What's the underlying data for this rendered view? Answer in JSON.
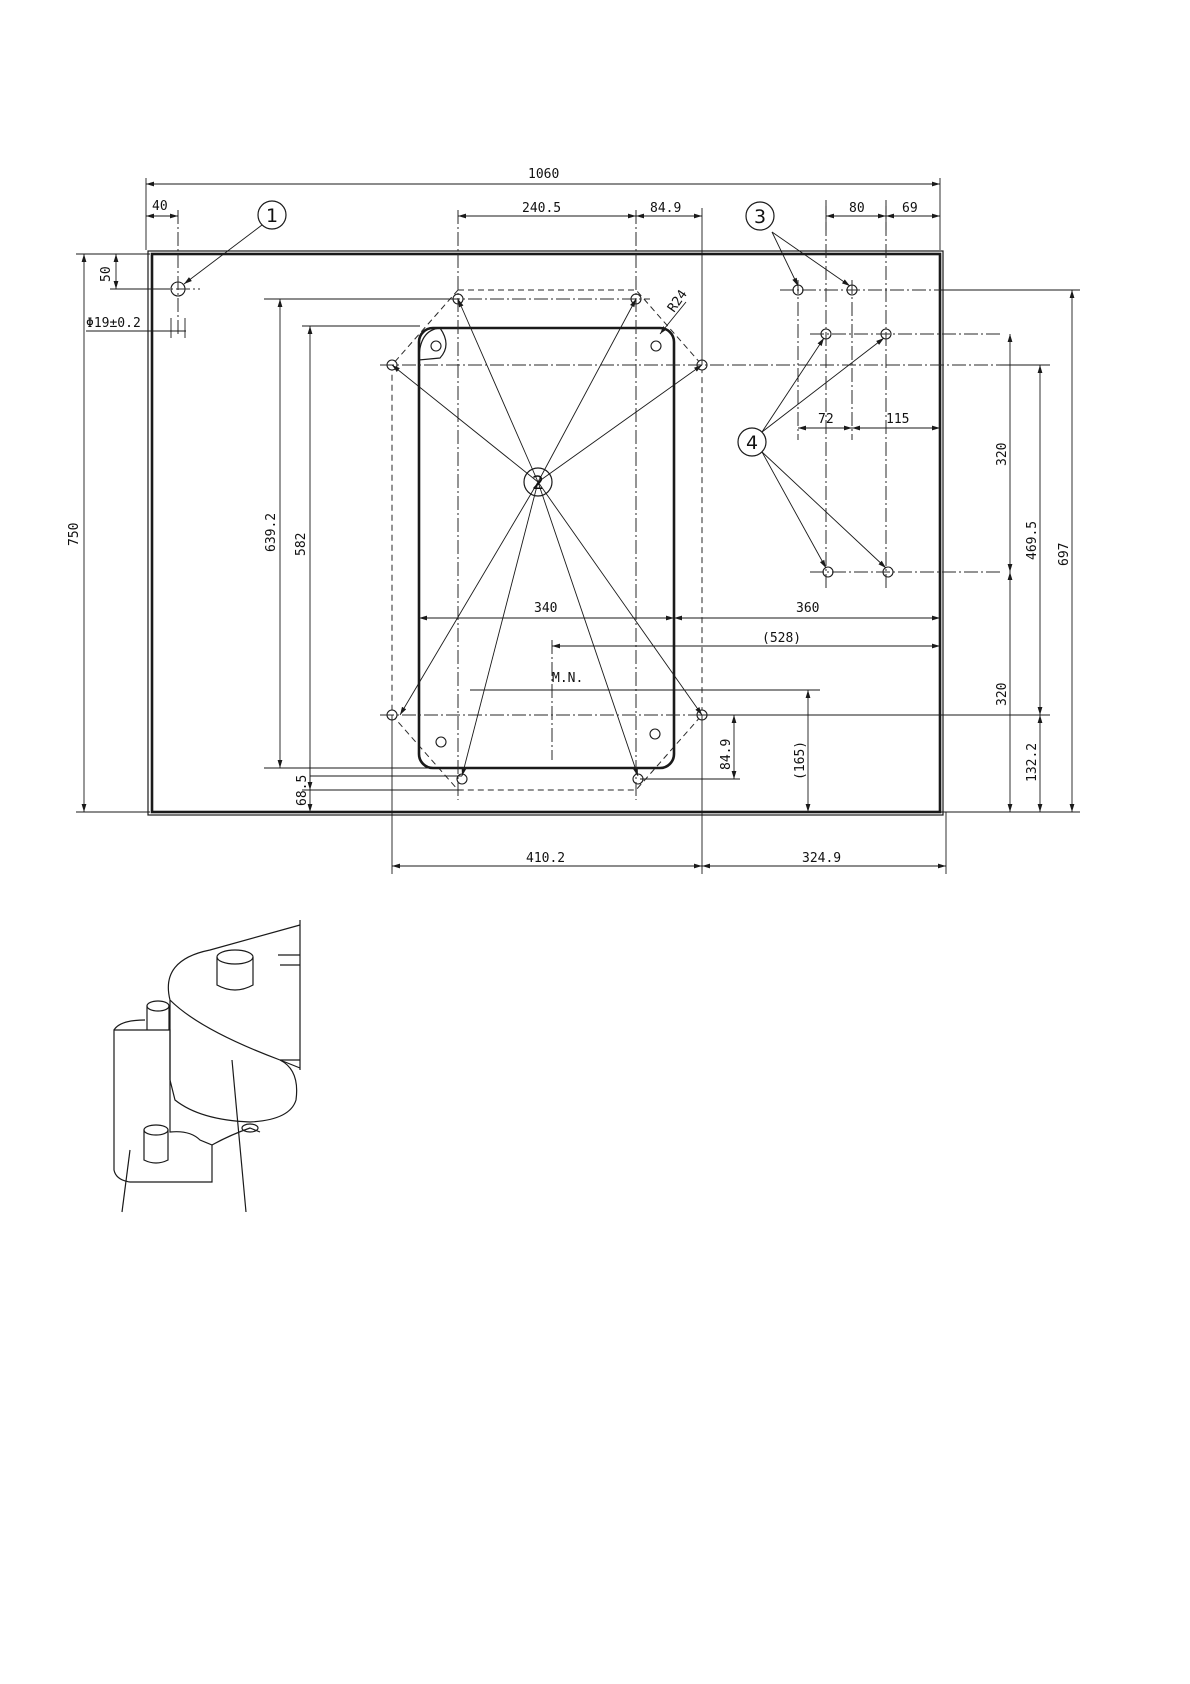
{
  "drawing": {
    "dimensions": {
      "overall_width": "1060",
      "overall_height": "750",
      "d40": "40",
      "d50": "50",
      "hole_dia": "Φ19±0.2",
      "d240": "240.5",
      "d84_top": "84.9",
      "d80": "80",
      "d69": "69",
      "r24": "R24",
      "d72": "72",
      "d115": "115",
      "d639": "639.2",
      "d582": "582",
      "d68": "68.5",
      "d340": "340",
      "d360": "360",
      "d528": "(528)",
      "mn": "M.N.",
      "d165": "(165)",
      "d84_bot": "84.9",
      "d320a": "320",
      "d320b": "320",
      "d469": "469.5",
      "d697": "697",
      "d132": "132.2",
      "d410": "410.2",
      "d324": "324.9"
    },
    "callouts": [
      "1",
      "2",
      "3",
      "4"
    ]
  }
}
